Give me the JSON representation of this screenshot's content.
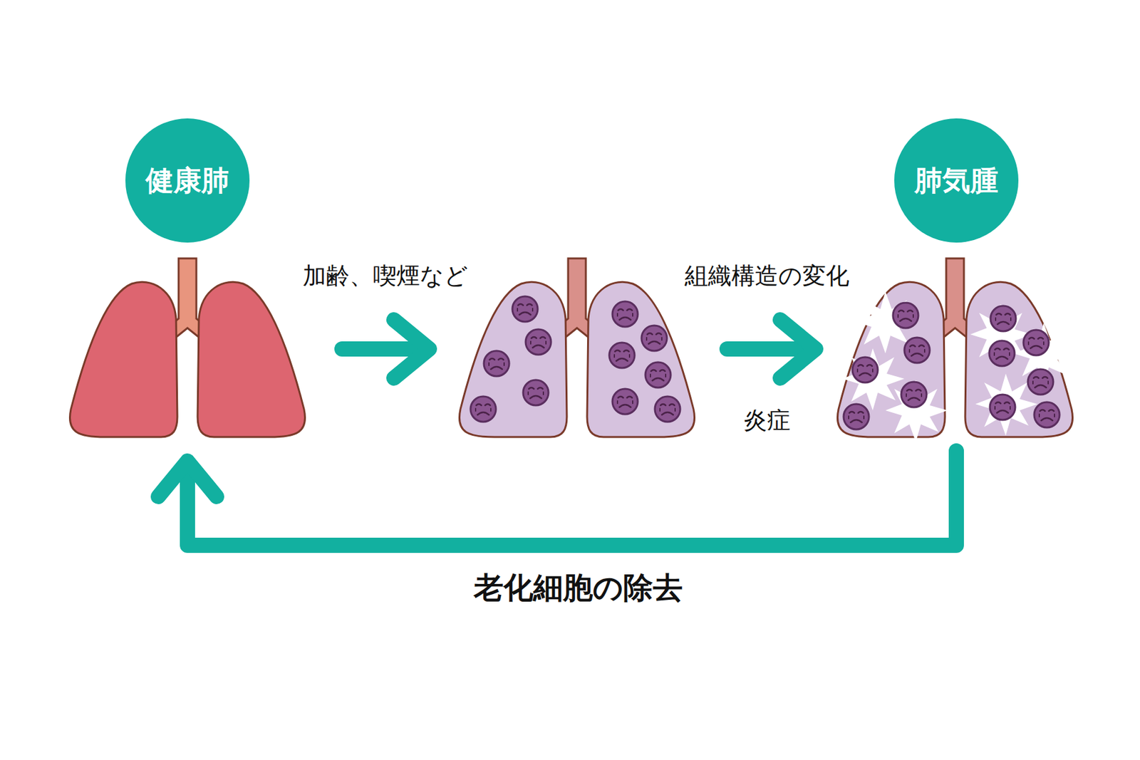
{
  "diagram": {
    "nodes": [
      {
        "text": [
          "健康肺"
        ]
      },
      {
        "text": [
          "肺気腫"
        ]
      }
    ],
    "labels": [
      "加齢、喫煙など",
      "組織構造の変化",
      "炎症",
      "老化細胞の除去"
    ]
  }
}
